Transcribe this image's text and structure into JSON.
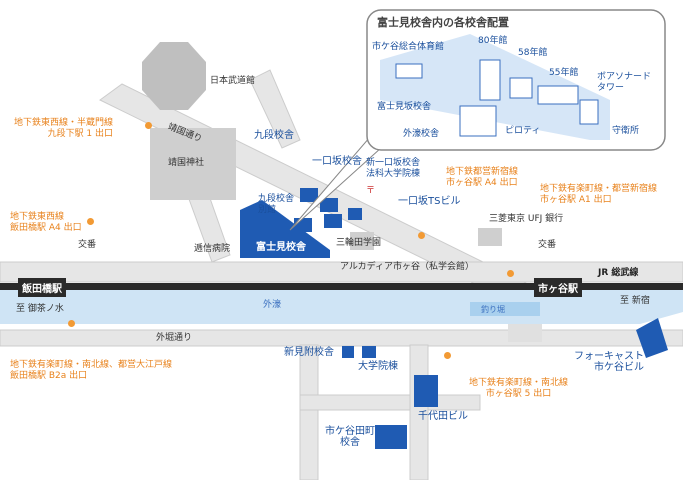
{
  "inset": {
    "title": "富士見校舎内の各校舎配置",
    "buildings": {
      "ichigaya_gym": "市ケ谷総合体育館",
      "b80": "80年館",
      "b58": "58年館",
      "b55": "55年館",
      "boissonade": "ボアソナード\nタワー",
      "fujimizaka": "富士見坂校舎",
      "sotobori": "外濠校舎",
      "piloti": "ピロティ",
      "guard": "守衛所"
    }
  },
  "landmarks": {
    "budokan": "日本武道館",
    "yasukuni_st": "靖国通り",
    "yasukuni_shrine": "靖国神社",
    "kudan": "九段校舎",
    "kudan_annex": "九段校舎\n別館",
    "shin_hitokuchizaka": "一口坂校舎",
    "new_hitokuchizaka": "新一口坂校舎\n法科大学院棟",
    "hitokuchizaka_ts": "一口坂TSビル",
    "post_office": "〒",
    "teishin_hospital": "逓信病院",
    "fujimi": "富士見校舎",
    "sanwa": "三輪田学園",
    "mufg": "三菱東京 UFJ 銀行",
    "alcadia": "アルカディア市ヶ谷（私学会館）",
    "crossing_left": "交番",
    "crossing_right": "交番",
    "sotobori_water": "外濠",
    "fishing": "釣り堀",
    "sotobori_st": "外堀通り",
    "shinmitsuke": "新見附校舎",
    "daigakuin": "大学院棟",
    "chiyoda": "千代田ビル",
    "ichigaya_tamachi": "市ケ谷田町\n校舎",
    "forecast": "フォーキャスト\n市ケ谷ビル",
    "jr_line": "JR 総武線",
    "to_ochanomizu": "至 御茶ノ水",
    "to_shinjuku": "至 新宿"
  },
  "stations": {
    "iidabashi": "飯田橋駅",
    "ichigaya": "市ヶ谷駅"
  },
  "subway": {
    "kudanshita": "地下鉄東西線・半蔵門線\n九段下駅 1 出口",
    "iidabashi_a4": "地下鉄東西線\n飯田橋駅 A4 出口",
    "ichigaya_a4": "地下鉄都営新宿線\n市ヶ谷駅 A4 出口",
    "ichigaya_a1": "地下鉄有楽町線・都営新宿線\n市ヶ谷駅 A1 出口",
    "iidabashi_b2a": "地下鉄有楽町線・南北線、都営大江戸線\n飯田橋駅 B2a 出口",
    "ichigaya_5": "地下鉄有楽町線・南北線\n市ヶ谷駅 5 出口"
  },
  "colors": {
    "building": "#1f5bb3",
    "road": "#e6e6e6",
    "water": "#cfe4f5",
    "subway_text": "#e8821c",
    "rail": "#2a2a2a"
  }
}
